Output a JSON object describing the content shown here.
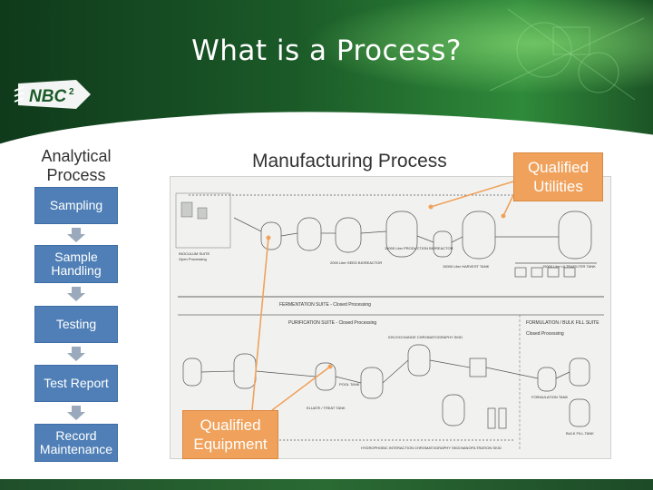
{
  "slide": {
    "title": "What is a Process?",
    "logo_text": "NBC",
    "logo_sup": "2",
    "colors": {
      "header_dark": "#103d1c",
      "header_green": "#2f8a3a",
      "step_blue": "#4f7fb6",
      "callout_orange": "#f0a25c"
    }
  },
  "analytical": {
    "title": "Analytical Process",
    "steps": [
      "Sampling",
      "Sample Handling",
      "Testing",
      "Test Report",
      "Record Maintenance"
    ]
  },
  "manufacturing": {
    "title": "Manufacturing Process",
    "callouts": {
      "utilities": "Qualified Utilities",
      "equipment": "Qualified Equipment"
    },
    "diagram_labels": {
      "inoculum_suite": "INOCULUM SUITE",
      "open_processing": "Open Processing",
      "fermentation_suite": "FERMENTATION SUITE - Closed Processing",
      "purification_suite": "PURIFICATION SUITE - Closed Processing",
      "formulation_suite": "FORMULATION / BULK FILL SUITE",
      "closed_processing": "Closed Processing",
      "production_bioreactor": "15000 Liter PRODUCTION BIOREACTOR",
      "seed_bioreactor": "2000 Liter SEED BIOREACTOR",
      "harvest_tank": "15000 Liter HARVEST TANK",
      "ultrafilter_tank": "15000 Liter ULTRAFILTER TANK",
      "ion_exchange": "ION EXCHANGE CHROMATOGRAPHY SKID",
      "pool_tank": "POOL TANK",
      "eluate_tank": "ELUATE / TREAT TANK",
      "formulation_tank": "FORMULATION TANK",
      "bulk_fill_tank": "BULK FILL TANK",
      "hic_skid": "HYDROPHOBIC INTERACTION CHROMATOGRAPHY SKID",
      "nanofiltration": "NANOFILTRATION SKID"
    }
  }
}
